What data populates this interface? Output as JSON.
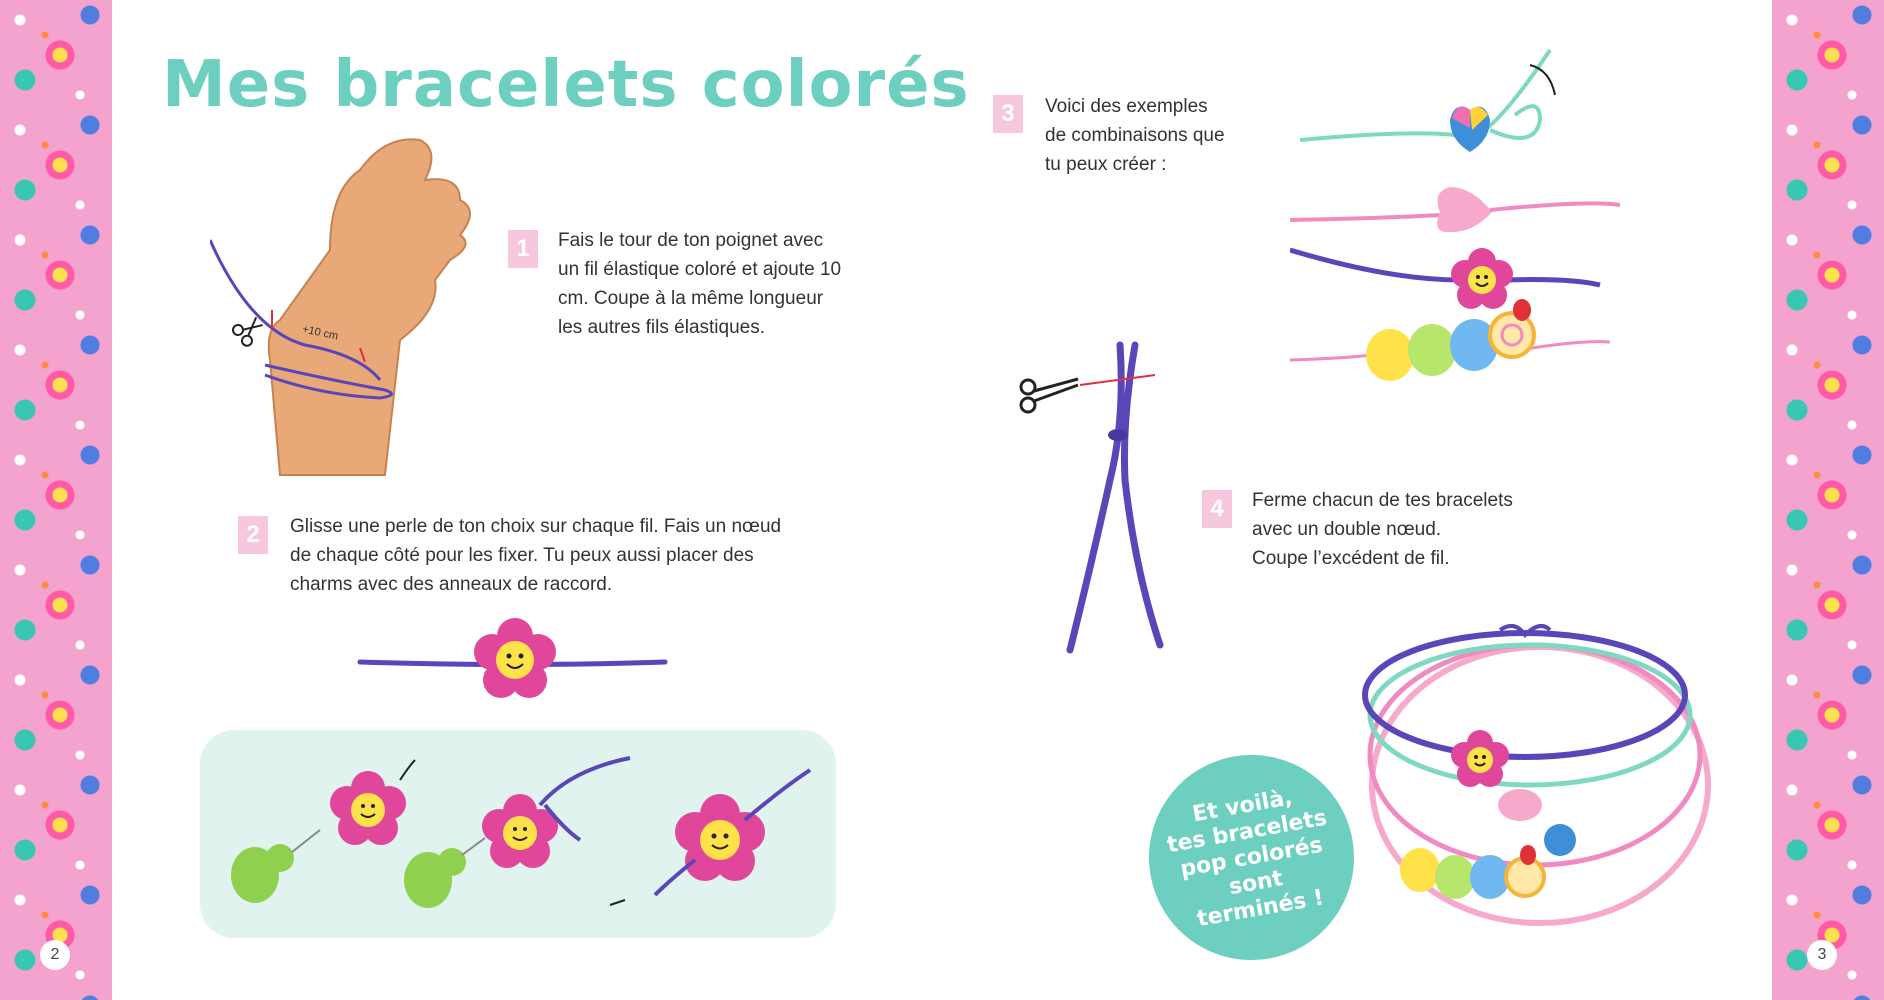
{
  "page": {
    "title": "Mes bracelets colorés",
    "page_left": "2",
    "page_right": "3"
  },
  "steps": [
    {
      "num": "1",
      "text": "Fais le tour de ton poignet avec\nun fil élastique coloré et ajoute 10\ncm. Coupe à la même longueur\nles autres fils élastiques."
    },
    {
      "num": "2",
      "text": "Glisse une perle de ton choix sur chaque fil. Fais un nœud\nde chaque côté pour les fixer. Tu peux aussi placer des\ncharms avec des anneaux de raccord."
    },
    {
      "num": "3",
      "text": "Voici des exemples\nde combinaisons que\ntu peux créer :"
    },
    {
      "num": "4",
      "text": "Ferme chacun de tes bracelets\navec un double nœud.\nCoupe l’excédent de fil."
    }
  ],
  "illustration": {
    "measure_label": "+10 cm"
  },
  "bubble": {
    "text": "Et voilà,\ntes bracelets\npop colorés\nsont\nterminés !"
  },
  "colors": {
    "title": "#6ccfbf",
    "badge": "#f6c7dd",
    "purple_cord": "#5a46b8",
    "pink_cord": "#f08ac0",
    "mint_cord": "#7fd8c2",
    "bead_pink": "#e0479b",
    "bead_yellow": "#ffe24a",
    "border_pink": "#f4a3cf"
  },
  "icons": [
    "scissors-icon",
    "smiley-flower-bead-icon",
    "heart-bead-icon",
    "strawberry-bead-icon",
    "arrow-icon"
  ]
}
